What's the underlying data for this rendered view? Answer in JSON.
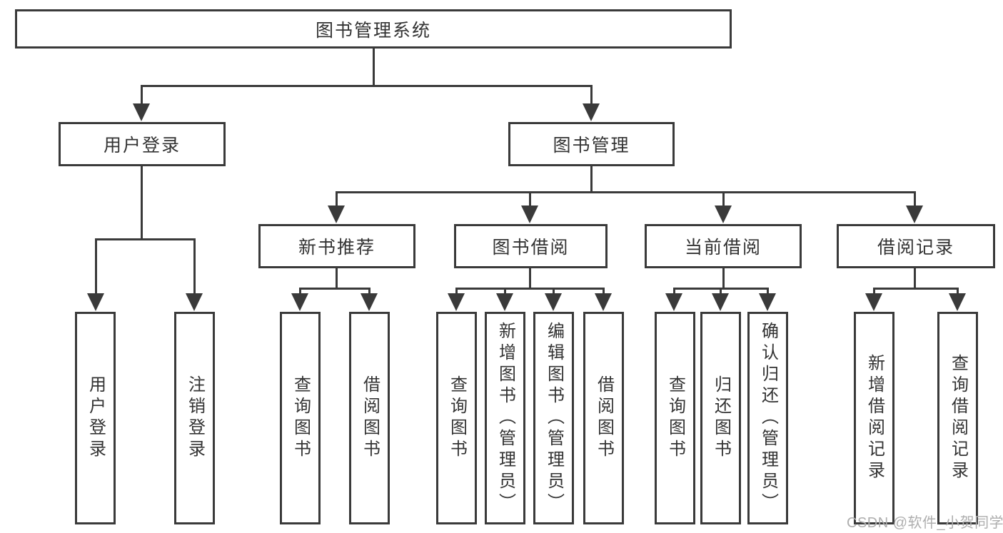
{
  "tree": {
    "label": "图书管理系统",
    "children": [
      {
        "label": "用户登录",
        "children": [
          {
            "label": "用户登录"
          },
          {
            "label": "注销登录"
          }
        ]
      },
      {
        "label": "图书管理",
        "children": [
          {
            "label": "新书推荐",
            "children": [
              {
                "label": "查询图书"
              },
              {
                "label": "借阅图书"
              }
            ]
          },
          {
            "label": "图书借阅",
            "children": [
              {
                "label": "查询图书"
              },
              {
                "label": "新增图书（管理员）"
              },
              {
                "label": "编辑图书（管理员）"
              },
              {
                "label": "借阅图书"
              }
            ]
          },
          {
            "label": "当前借阅",
            "children": [
              {
                "label": "查询图书"
              },
              {
                "label": "归还图书"
              },
              {
                "label": "确认归还（管理员）"
              }
            ]
          },
          {
            "label": "借阅记录",
            "children": [
              {
                "label": "新增借阅记录"
              },
              {
                "label": "查询借阅记录"
              }
            ]
          }
        ]
      }
    ]
  },
  "watermark": "CSDN @软件_小贺同学",
  "colors": {
    "line": "#3a3a3a",
    "text": "#333333",
    "watermark": "#aeaeae",
    "background": "#ffffff"
  }
}
